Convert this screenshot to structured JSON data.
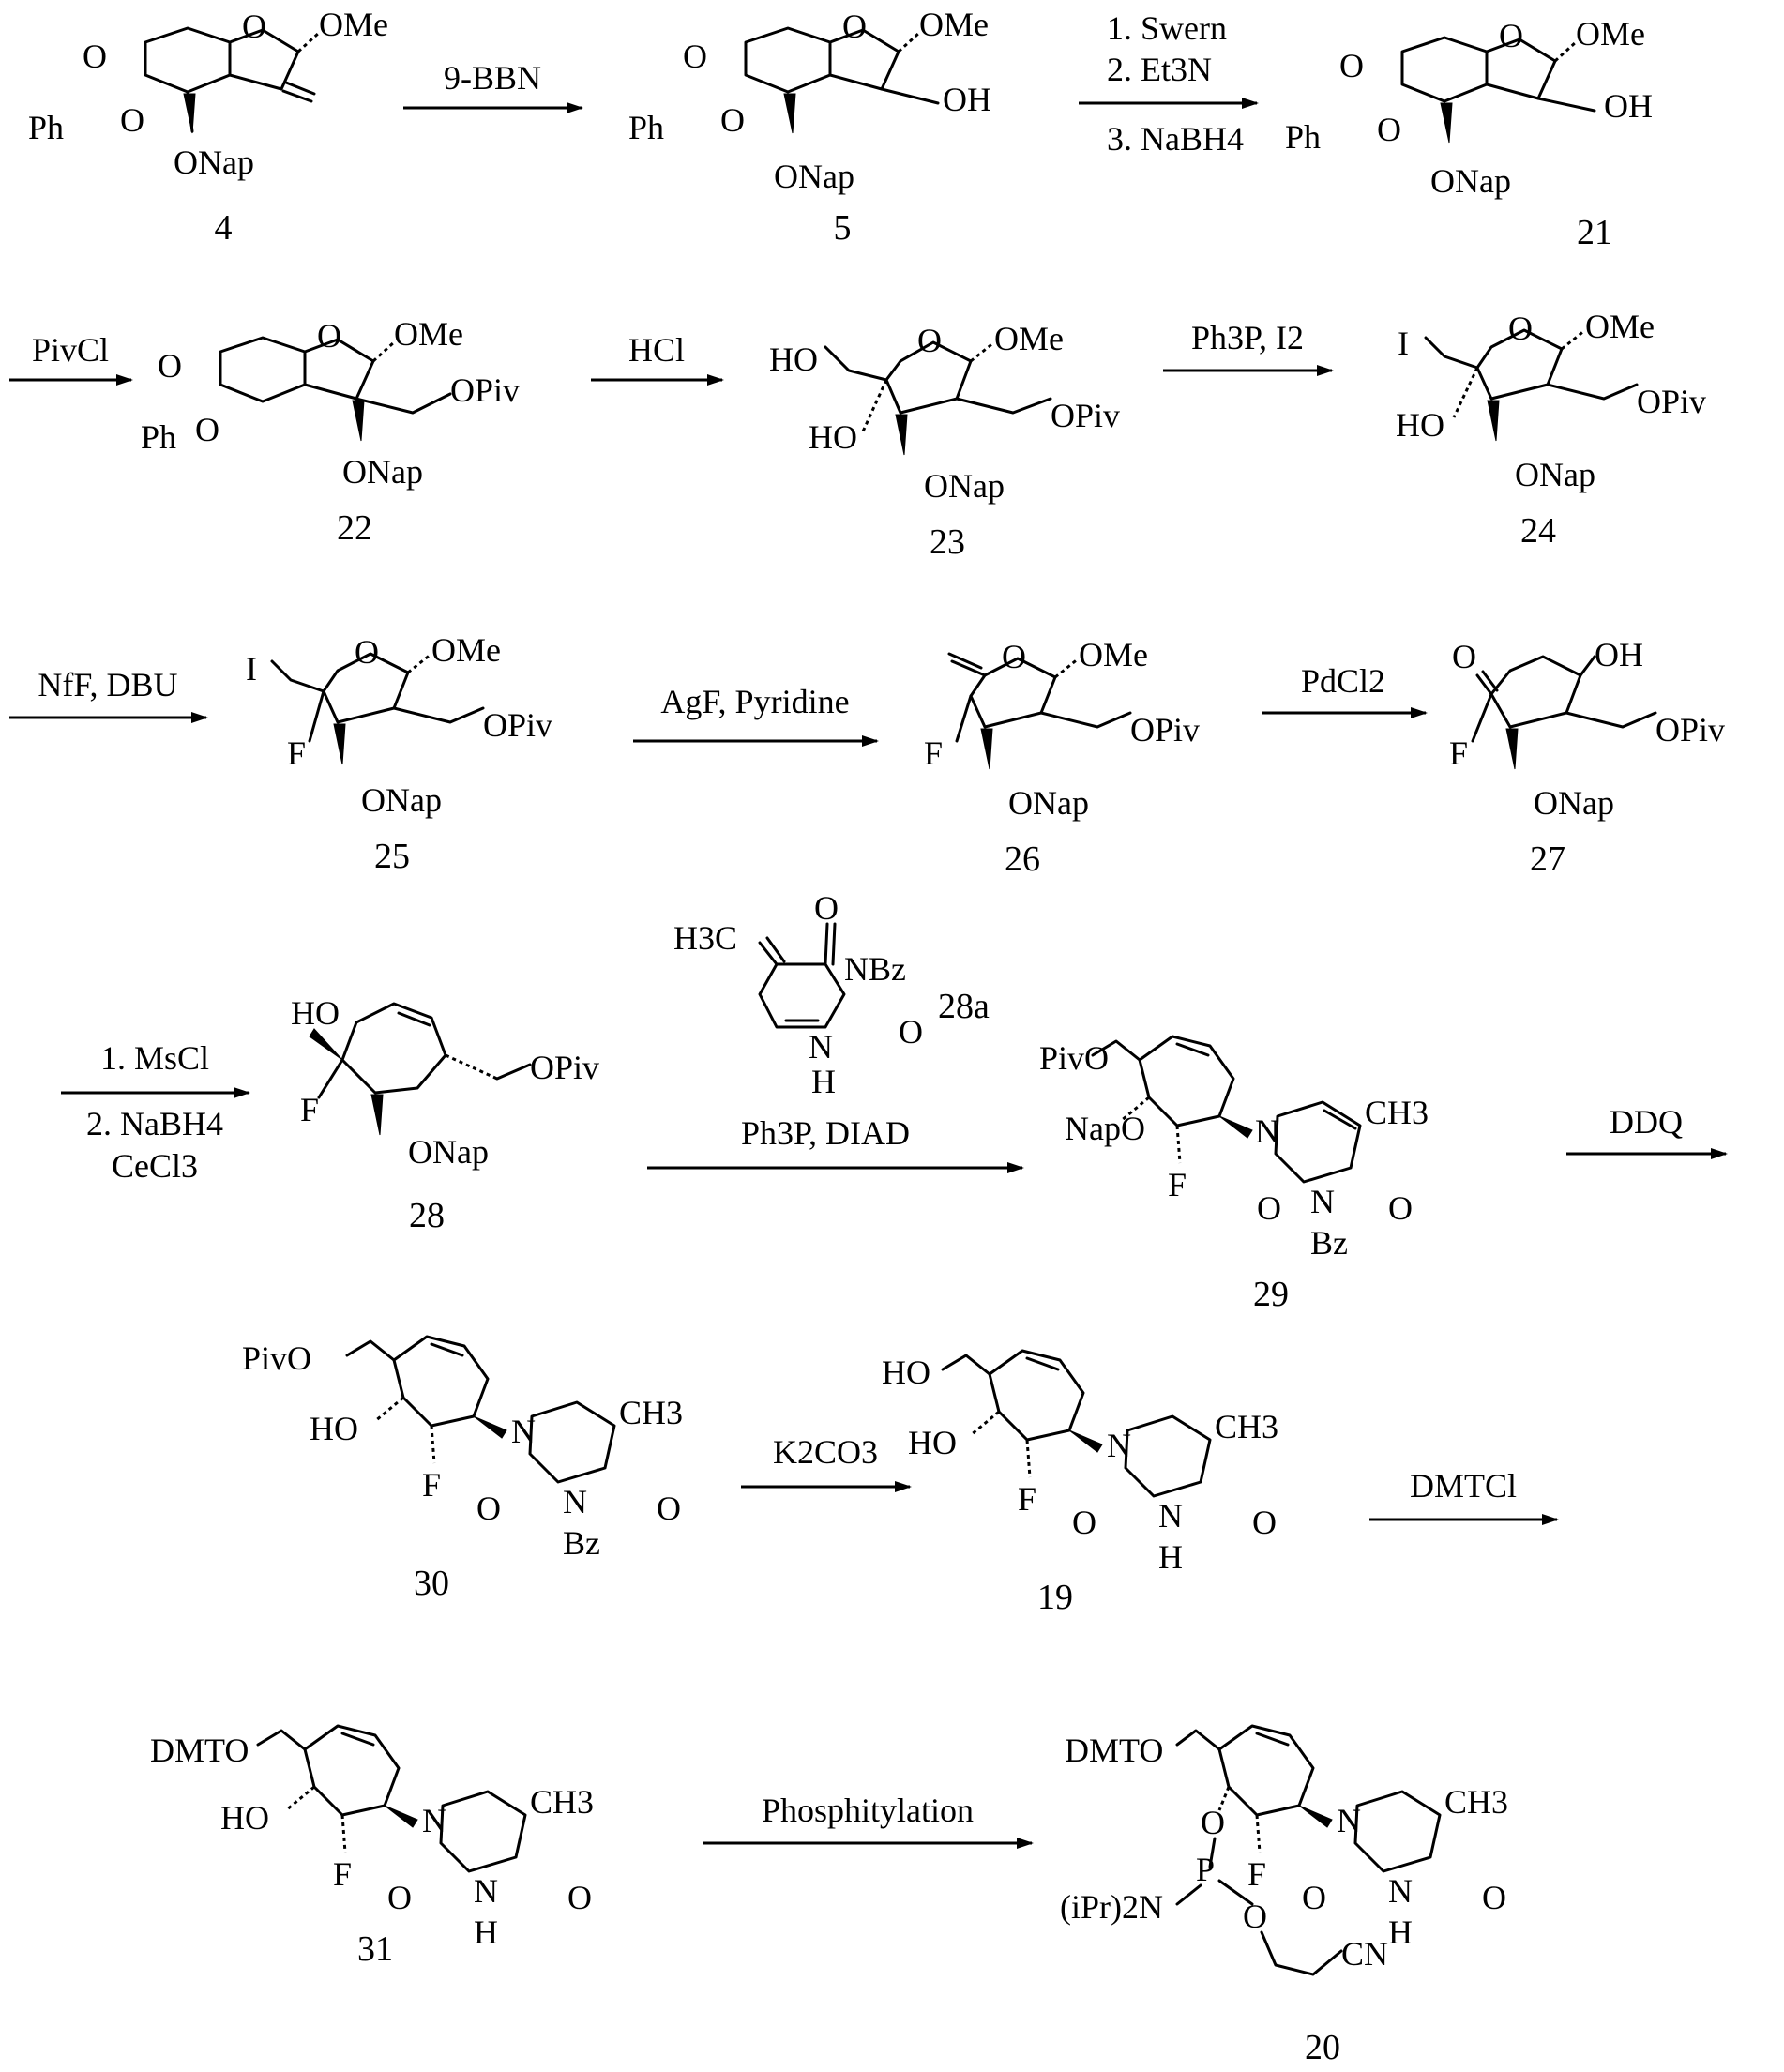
{
  "compounds": [
    {
      "id": "4",
      "labels": [
        "OMe",
        "Ph",
        "O",
        "O",
        "O",
        "ONap"
      ]
    },
    {
      "id": "5",
      "labels": [
        "OMe",
        "OH",
        "Ph",
        "O",
        "O",
        "O",
        "ONap"
      ]
    },
    {
      "id": "21",
      "labels": [
        "OMe",
        "OH",
        "Ph",
        "O",
        "O",
        "O",
        "ONap"
      ]
    },
    {
      "id": "22",
      "labels": [
        "OMe",
        "OPiv",
        "Ph",
        "O",
        "O",
        "O",
        "ONap"
      ]
    },
    {
      "id": "23",
      "labels": [
        "OMe",
        "OPiv",
        "HO",
        "HO",
        "O",
        "ONap"
      ]
    },
    {
      "id": "24",
      "labels": [
        "OMe",
        "OPiv",
        "I",
        "HO",
        "O",
        "ONap"
      ]
    },
    {
      "id": "25",
      "labels": [
        "OMe",
        "OPiv",
        "I",
        "F",
        "O",
        "ONap"
      ]
    },
    {
      "id": "26",
      "labels": [
        "OMe",
        "OPiv",
        "F",
        "O",
        "ONap"
      ]
    },
    {
      "id": "27",
      "labels": [
        "O",
        "OH",
        "OPiv",
        "F",
        "ONap"
      ]
    },
    {
      "id": "28",
      "labels": [
        "HO",
        "F",
        "OPiv",
        "ONap"
      ]
    },
    {
      "id": "28a",
      "labels": [
        "O",
        "H3C",
        "NBz",
        "N",
        "H",
        "O"
      ]
    },
    {
      "id": "29",
      "labels": [
        "PivO",
        "NapO",
        "F",
        "N",
        "CH3",
        "O",
        "N",
        "O",
        "Bz"
      ]
    },
    {
      "id": "30",
      "labels": [
        "PivO",
        "HO",
        "F",
        "N",
        "CH3",
        "O",
        "N",
        "O",
        "Bz"
      ]
    },
    {
      "id": "19",
      "labels": [
        "HO",
        "HO",
        "F",
        "N",
        "CH3",
        "O",
        "N",
        "O",
        "H"
      ]
    },
    {
      "id": "31",
      "labels": [
        "DMTO",
        "HO",
        "F",
        "N",
        "CH3",
        "O",
        "N",
        "O",
        "H"
      ]
    },
    {
      "id": "20",
      "labels": [
        "DMTO",
        "O",
        "P",
        "(iPr)2N",
        "O",
        "CN",
        "F",
        "N",
        "CH3",
        "O",
        "N",
        "O",
        "H"
      ]
    }
  ],
  "arrows": [
    {
      "above": [
        "9-BBN"
      ],
      "below": []
    },
    {
      "above": [
        "1. Swern",
        "2. Et3N"
      ],
      "below": [
        "3. NaBH4"
      ]
    },
    {
      "above": [
        "PivCl"
      ],
      "below": []
    },
    {
      "above": [
        "HCl"
      ],
      "below": []
    },
    {
      "above": [
        "Ph3P, I2"
      ],
      "below": []
    },
    {
      "above": [
        "NfF, DBU"
      ],
      "below": []
    },
    {
      "above": [
        "AgF, Pyridine"
      ],
      "below": []
    },
    {
      "above": [
        "PdCl2"
      ],
      "below": []
    },
    {
      "above": [
        "1. MsCl"
      ],
      "below": [
        "2. NaBH4",
        "CeCl3"
      ]
    },
    {
      "above": [],
      "below": [
        "Ph3P, DIAD"
      ]
    },
    {
      "above": [
        "DDQ"
      ],
      "below": []
    },
    {
      "above": [
        "K2CO3"
      ],
      "below": []
    },
    {
      "above": [
        "DMTCl"
      ],
      "below": []
    },
    {
      "above": [
        "Phosphitylation"
      ],
      "below": []
    }
  ]
}
